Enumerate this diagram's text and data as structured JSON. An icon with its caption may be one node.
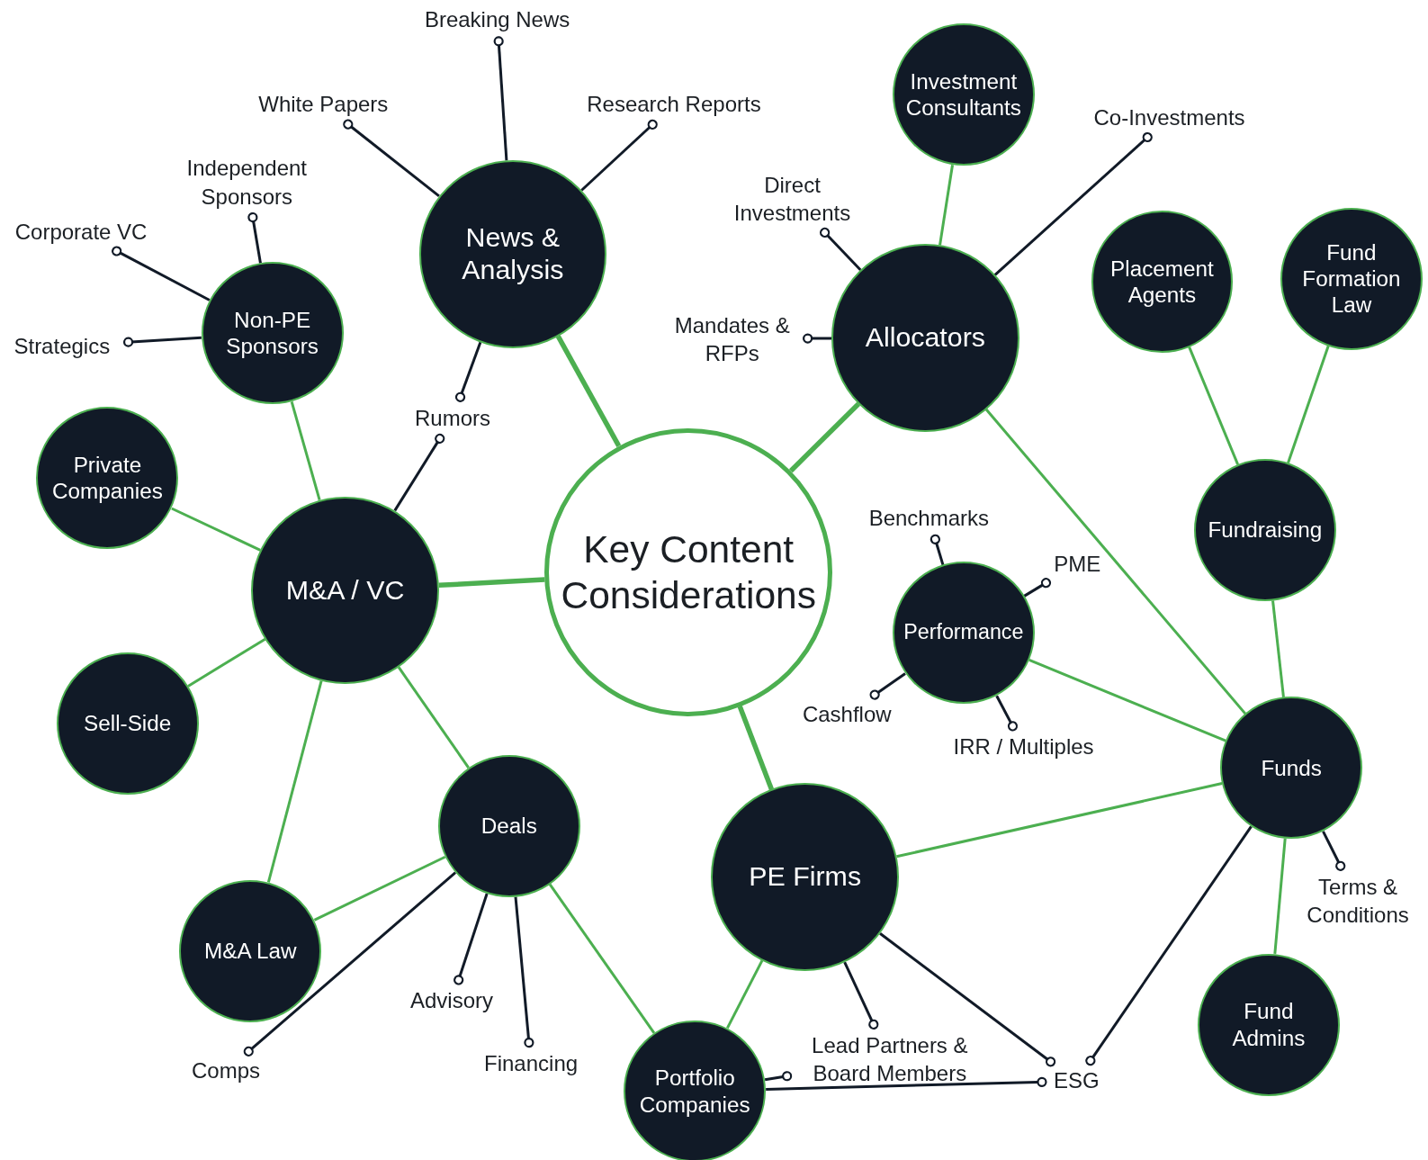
{
  "diagram": {
    "nodes": [
      {
        "text": [
          "Key Content Considerations"
        ]
      },
      {
        "text": [
          "News & Analysis"
        ]
      },
      {
        "text": [
          "Allocators"
        ]
      },
      {
        "text": [
          "M&A / VC"
        ]
      },
      {
        "text": [
          "PE Firms"
        ]
      },
      {
        "text": [
          "Non-PE Sponsors"
        ]
      },
      {
        "text": [
          "Investment Consultants"
        ]
      },
      {
        "text": [
          "Placement Agents"
        ]
      },
      {
        "text": [
          "Fund Formation Law"
        ]
      },
      {
        "text": [
          "Fundraising"
        ]
      },
      {
        "text": [
          "Private Companies"
        ]
      },
      {
        "text": [
          "Performance"
        ]
      },
      {
        "text": [
          "Sell-Side"
        ]
      },
      {
        "text": [
          "Funds"
        ]
      },
      {
        "text": [
          "Deals"
        ]
      },
      {
        "text": [
          "M&A Law"
        ]
      },
      {
        "text": [
          "Fund Admins"
        ]
      },
      {
        "text": [
          "Portfolio Companies"
        ]
      },
      {
        "text": [
          "Breaking News"
        ]
      },
      {
        "text": [
          "White Papers"
        ]
      },
      {
        "text": [
          "Research Reports"
        ]
      },
      {
        "text": [
          "Rumors"
        ]
      },
      {
        "text": [
          "Independent Sponsors"
        ]
      },
      {
        "text": [
          "Corporate VC"
        ]
      },
      {
        "text": [
          "Strategics"
        ]
      },
      {
        "text": [
          "Direct Investments"
        ]
      },
      {
        "text": [
          "Mandates & RFPs"
        ]
      },
      {
        "text": [
          "Co-Investments"
        ]
      },
      {
        "text": [
          "Benchmarks"
        ]
      },
      {
        "text": [
          "PME"
        ]
      },
      {
        "text": [
          "Cashflow"
        ]
      },
      {
        "text": [
          "IRR / Multiples"
        ]
      },
      {
        "text": [
          "Terms & Conditions"
        ]
      },
      {
        "text": [
          "ESG"
        ]
      },
      {
        "text": [
          "Lead Partners & Board Members"
        ]
      },
      {
        "text": [
          "Advisory"
        ]
      },
      {
        "text": [
          "Financing"
        ]
      },
      {
        "text": [
          "Comps"
        ]
      }
    ],
    "edges": [
      {
        "from": 0,
        "to": 1,
        "arrow": "none",
        "style": "thick",
        "color": "#4caf50"
      },
      {
        "from": 0,
        "to": 2,
        "arrow": "none",
        "style": "thick",
        "color": "#4caf50"
      },
      {
        "from": 0,
        "to": 3,
        "arrow": "none",
        "style": "thick",
        "color": "#4caf50"
      },
      {
        "from": 0,
        "to": 4,
        "arrow": "none",
        "style": "thick",
        "color": "#4caf50"
      },
      {
        "from": 3,
        "to": 5,
        "arrow": "none",
        "color": "#4caf50"
      },
      {
        "from": 3,
        "to": 10,
        "arrow": "none",
        "color": "#4caf50"
      },
      {
        "from": 3,
        "to": 12,
        "arrow": "none",
        "color": "#4caf50"
      },
      {
        "from": 3,
        "to": 15,
        "arrow": "none",
        "color": "#4caf50"
      },
      {
        "from": 3,
        "to": 14,
        "arrow": "none",
        "color": "#4caf50"
      },
      {
        "from": 2,
        "to": 6,
        "arrow": "none",
        "color": "#4caf50"
      },
      {
        "from": 2,
        "to": 13,
        "arrow": "none",
        "color": "#4caf50"
      },
      {
        "from": 9,
        "to": 7,
        "arrow": "none",
        "color": "#4caf50"
      },
      {
        "from": 9,
        "to": 8,
        "arrow": "none",
        "color": "#4caf50"
      },
      {
        "from": 13,
        "to": 9,
        "arrow": "none",
        "color": "#4caf50"
      },
      {
        "from": 13,
        "to": 11,
        "arrow": "none",
        "color": "#4caf50"
      },
      {
        "from": 13,
        "to": 4,
        "arrow": "none",
        "color": "#4caf50"
      },
      {
        "from": 13,
        "to": 16,
        "arrow": "none",
        "color": "#4caf50"
      },
      {
        "from": 14,
        "to": 15,
        "arrow": "none",
        "color": "#4caf50"
      },
      {
        "from": 14,
        "to": 17,
        "arrow": "none",
        "color": "#4caf50"
      },
      {
        "from": 4,
        "to": 17,
        "arrow": "none",
        "color": "#4caf50"
      },
      {
        "from": 1,
        "to": 18,
        "arrow": "other"
      },
      {
        "from": 1,
        "to": 19,
        "arrow": "other"
      },
      {
        "from": 1,
        "to": 20,
        "arrow": "other"
      },
      {
        "from": 1,
        "to": 21,
        "arrow": "other"
      },
      {
        "from": 3,
        "to": 21,
        "arrow": "other"
      },
      {
        "from": 5,
        "to": 22,
        "arrow": "other"
      },
      {
        "from": 5,
        "to": 23,
        "arrow": "other"
      },
      {
        "from": 5,
        "to": 24,
        "arrow": "other"
      },
      {
        "from": 2,
        "to": 25,
        "arrow": "other"
      },
      {
        "from": 2,
        "to": 26,
        "arrow": "other"
      },
      {
        "from": 2,
        "to": 27,
        "arrow": "other"
      },
      {
        "from": 11,
        "to": 28,
        "arrow": "other"
      },
      {
        "from": 11,
        "to": 29,
        "arrow": "other"
      },
      {
        "from": 11,
        "to": 30,
        "arrow": "other"
      },
      {
        "from": 11,
        "to": 31,
        "arrow": "other"
      },
      {
        "from": 13,
        "to": 32,
        "arrow": "other"
      },
      {
        "from": 4,
        "to": 33,
        "arrow": "other"
      },
      {
        "from": 13,
        "to": 33,
        "arrow": "other"
      },
      {
        "from": 17,
        "to": 33,
        "arrow": "other"
      },
      {
        "from": 4,
        "to": 34,
        "arrow": "other"
      },
      {
        "from": 17,
        "to": 34,
        "arrow": "other"
      },
      {
        "from": 14,
        "to": 35,
        "arrow": "other"
      },
      {
        "from": 14,
        "to": 36,
        "arrow": "other"
      },
      {
        "from": 14,
        "to": 37,
        "arrow": "other"
      }
    ]
  }
}
